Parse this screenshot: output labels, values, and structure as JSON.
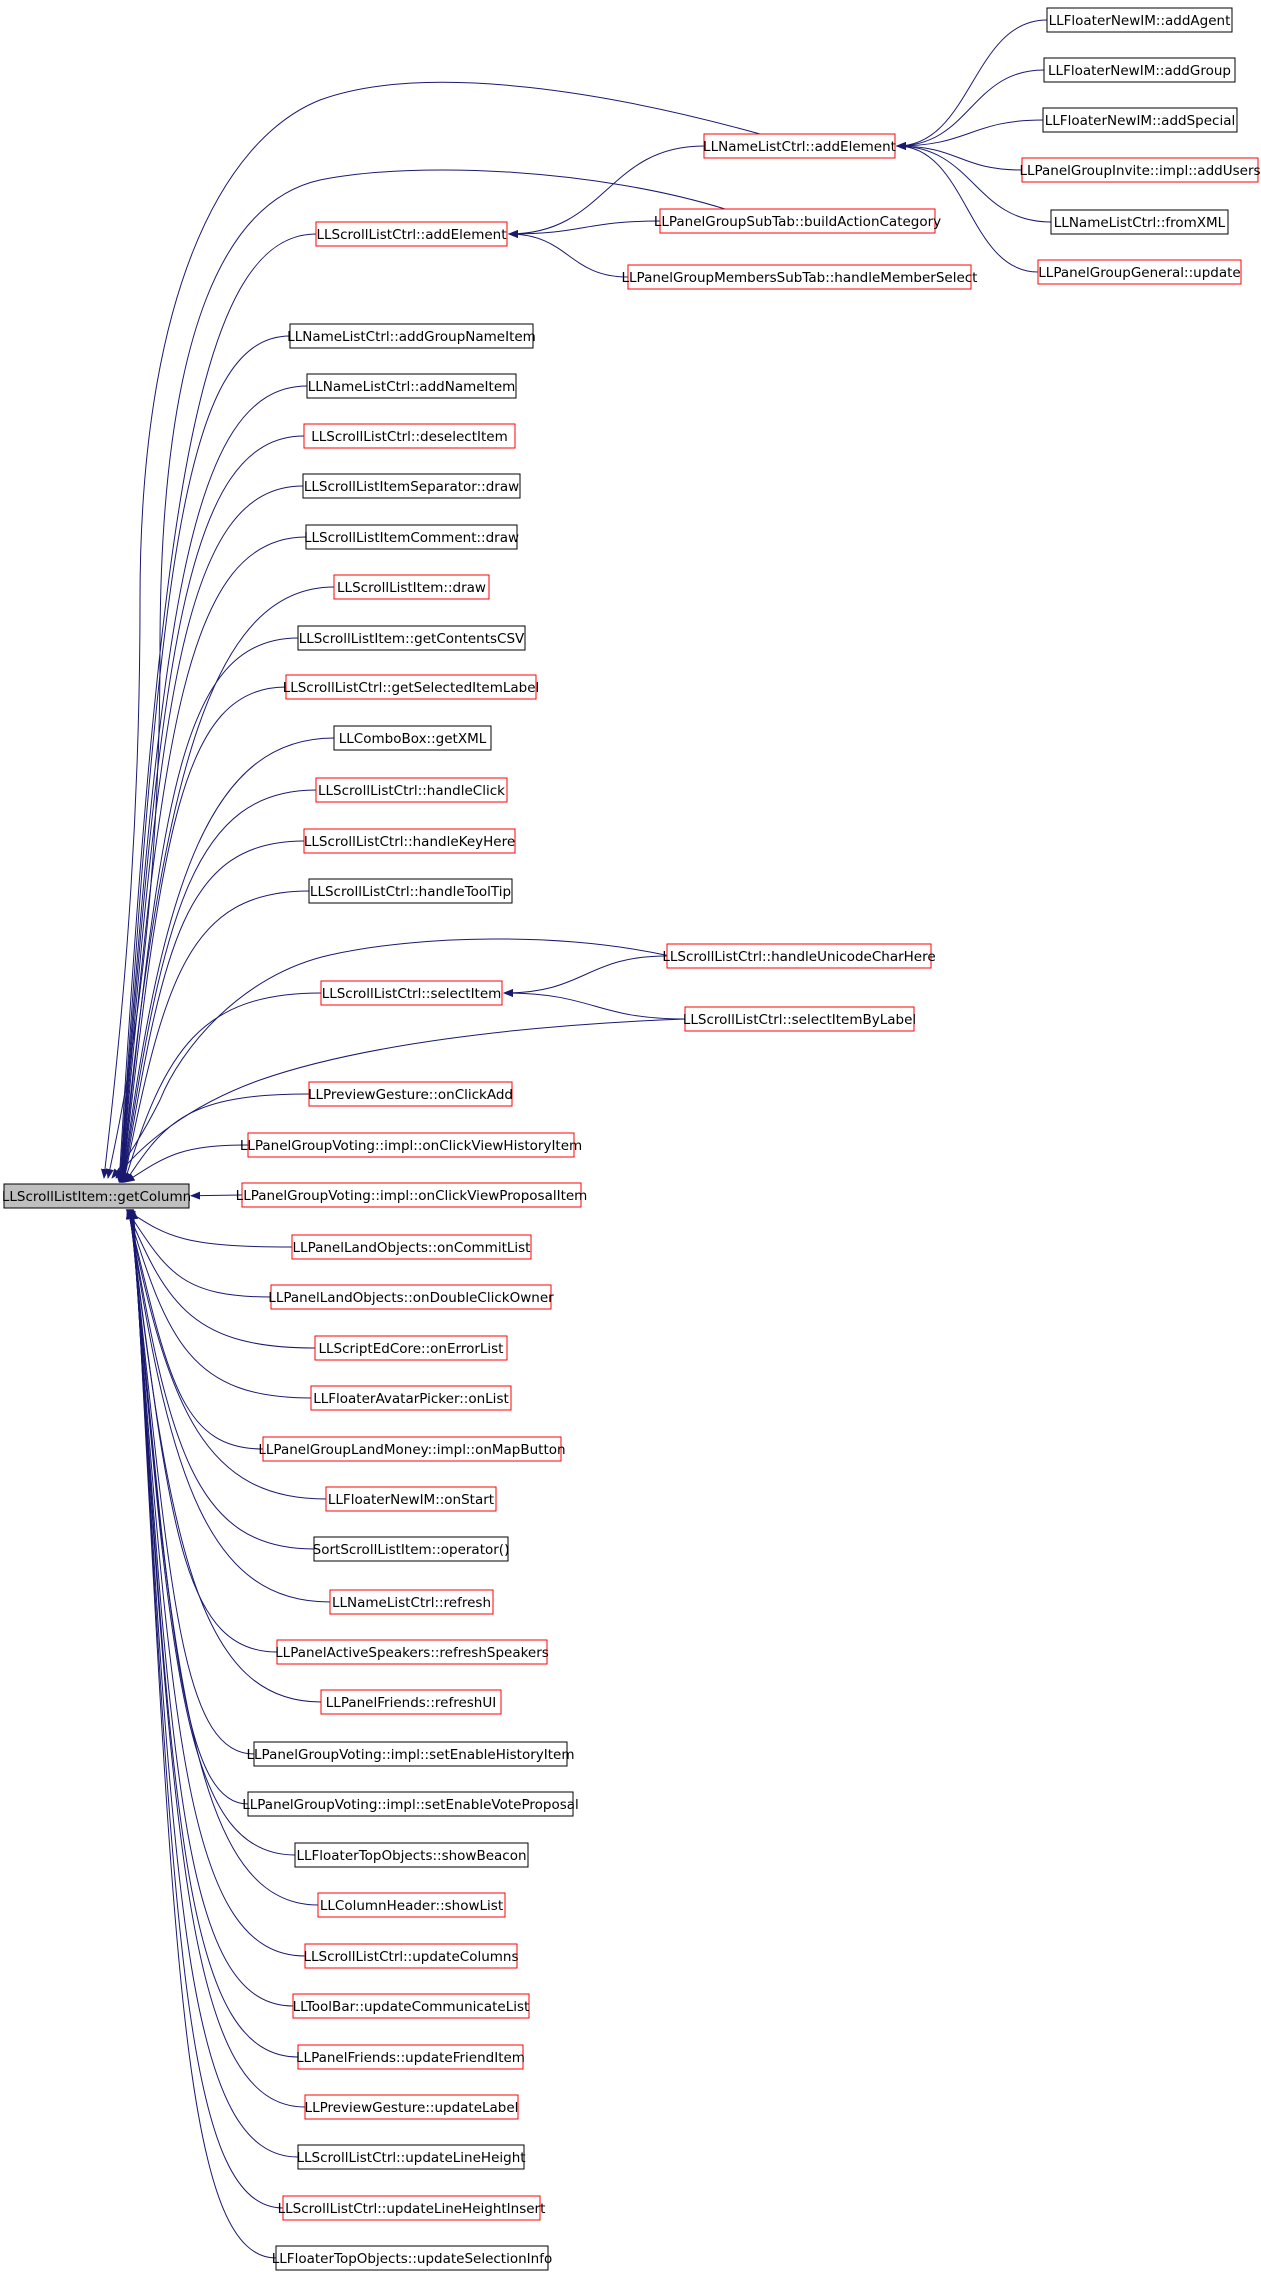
{
  "colors": {
    "edge": "#191970",
    "border_red": "#ff0000",
    "border_black": "#000000",
    "focus_fill": "#bfbfbf"
  },
  "root": {
    "label": "LLScrollListItem::getColumn"
  },
  "nodes": [
    {
      "id": "sc_addElement",
      "label": "LLScrollListCtrl::addElement",
      "border": "red"
    },
    {
      "id": "nl_addElement",
      "label": "LLNameListCtrl::addElement",
      "border": "red"
    },
    {
      "id": "fim_addAgent",
      "label": "LLFloaterNewIM::addAgent",
      "border": "black"
    },
    {
      "id": "fim_addGroup",
      "label": "LLFloaterNewIM::addGroup",
      "border": "black"
    },
    {
      "id": "fim_addSpecial",
      "label": "LLFloaterNewIM::addSpecial",
      "border": "black"
    },
    {
      "id": "pgi_addUsers",
      "label": "LLPanelGroupInvite::impl::addUsers",
      "border": "red"
    },
    {
      "id": "nl_fromXML",
      "label": "LLNameListCtrl::fromXML",
      "border": "black"
    },
    {
      "id": "pgg_update",
      "label": "LLPanelGroupGeneral::update",
      "border": "red"
    },
    {
      "id": "pgst_build",
      "label": "LLPanelGroupSubTab::buildActionCategory",
      "border": "red"
    },
    {
      "id": "pgms_handle",
      "label": "LLPanelGroupMembersSubTab::handleMemberSelect",
      "border": "red"
    },
    {
      "id": "nl_addGroupNameItem",
      "label": "LLNameListCtrl::addGroupNameItem",
      "border": "black"
    },
    {
      "id": "nl_addNameItem",
      "label": "LLNameListCtrl::addNameItem",
      "border": "black"
    },
    {
      "id": "sc_deselectItem",
      "label": "LLScrollListCtrl::deselectItem",
      "border": "red"
    },
    {
      "id": "sep_draw",
      "label": "LLScrollListItemSeparator::draw",
      "border": "black"
    },
    {
      "id": "cmt_draw",
      "label": "LLScrollListItemComment::draw",
      "border": "black"
    },
    {
      "id": "item_draw",
      "label": "LLScrollListItem::draw",
      "border": "red"
    },
    {
      "id": "item_csv",
      "label": "LLScrollListItem::getContentsCSV",
      "border": "black"
    },
    {
      "id": "sc_getSelLabel",
      "label": "LLScrollListCtrl::getSelectedItemLabel",
      "border": "red"
    },
    {
      "id": "cb_getXML",
      "label": "LLComboBox::getXML",
      "border": "black"
    },
    {
      "id": "sc_handleClick",
      "label": "LLScrollListCtrl::handleClick",
      "border": "red"
    },
    {
      "id": "sc_handleKey",
      "label": "LLScrollListCtrl::handleKeyHere",
      "border": "red"
    },
    {
      "id": "sc_handleTip",
      "label": "LLScrollListCtrl::handleToolTip",
      "border": "black"
    },
    {
      "id": "sc_selectItem",
      "label": "LLScrollListCtrl::selectItem",
      "border": "red"
    },
    {
      "id": "sc_handleUnicode",
      "label": "LLScrollListCtrl::handleUnicodeCharHere",
      "border": "red"
    },
    {
      "id": "sc_selectByLabel",
      "label": "LLScrollListCtrl::selectItemByLabel",
      "border": "red"
    },
    {
      "id": "pg_onClickAdd",
      "label": "LLPreviewGesture::onClickAdd",
      "border": "red"
    },
    {
      "id": "pgv_viewHistory",
      "label": "LLPanelGroupVoting::impl::onClickViewHistoryItem",
      "border": "red"
    },
    {
      "id": "pgv_viewProposal",
      "label": "LLPanelGroupVoting::impl::onClickViewProposalItem",
      "border": "red"
    },
    {
      "id": "plo_commit",
      "label": "LLPanelLandObjects::onCommitList",
      "border": "red"
    },
    {
      "id": "plo_dblclick",
      "label": "LLPanelLandObjects::onDoubleClickOwner",
      "border": "red"
    },
    {
      "id": "sec_onError",
      "label": "LLScriptEdCore::onErrorList",
      "border": "red"
    },
    {
      "id": "fap_onList",
      "label": "LLFloaterAvatarPicker::onList",
      "border": "red"
    },
    {
      "id": "pglm_onMap",
      "label": "LLPanelGroupLandMoney::impl::onMapButton",
      "border": "red"
    },
    {
      "id": "fim_onStart",
      "label": "LLFloaterNewIM::onStart",
      "border": "red"
    },
    {
      "id": "sort_op",
      "label": "SortScrollListItem::operator()",
      "border": "black"
    },
    {
      "id": "nl_refresh",
      "label": "LLNameListCtrl::refresh",
      "border": "red"
    },
    {
      "id": "pas_refresh",
      "label": "LLPanelActiveSpeakers::refreshSpeakers",
      "border": "red"
    },
    {
      "id": "pf_refreshUI",
      "label": "LLPanelFriends::refreshUI",
      "border": "red"
    },
    {
      "id": "pgv_enableHistory",
      "label": "LLPanelGroupVoting::impl::setEnableHistoryItem",
      "border": "black"
    },
    {
      "id": "pgv_enableVote",
      "label": "LLPanelGroupVoting::impl::setEnableVoteProposal",
      "border": "black"
    },
    {
      "id": "fto_beacon",
      "label": "LLFloaterTopObjects::showBeacon",
      "border": "black"
    },
    {
      "id": "ch_showList",
      "label": "LLColumnHeader::showList",
      "border": "red"
    },
    {
      "id": "sc_updateColumns",
      "label": "LLScrollListCtrl::updateColumns",
      "border": "red"
    },
    {
      "id": "tb_updateComm",
      "label": "LLToolBar::updateCommunicateList",
      "border": "red"
    },
    {
      "id": "pf_updateFriend",
      "label": "LLPanelFriends::updateFriendItem",
      "border": "red"
    },
    {
      "id": "pg_updateLabel",
      "label": "LLPreviewGesture::updateLabel",
      "border": "red"
    },
    {
      "id": "sc_lineHeight",
      "label": "LLScrollListCtrl::updateLineHeight",
      "border": "black"
    },
    {
      "id": "sc_lineHeightIns",
      "label": "LLScrollListCtrl::updateLineHeightInsert",
      "border": "red"
    },
    {
      "id": "fto_selInfo",
      "label": "LLFloaterTopObjects::updateSelectionInfo",
      "border": "black"
    }
  ],
  "edges": [
    [
      "sc_addElement",
      "root"
    ],
    [
      "nl_addElement",
      "root"
    ],
    [
      "nl_addElement",
      "sc_addElement"
    ],
    [
      "fim_addAgent",
      "nl_addElement"
    ],
    [
      "fim_addGroup",
      "nl_addElement"
    ],
    [
      "fim_addSpecial",
      "nl_addElement"
    ],
    [
      "pgi_addUsers",
      "nl_addElement"
    ],
    [
      "nl_fromXML",
      "nl_addElement"
    ],
    [
      "pgg_update",
      "nl_addElement"
    ],
    [
      "pgst_build",
      "root"
    ],
    [
      "pgst_build",
      "sc_addElement"
    ],
    [
      "pgms_handle",
      "sc_addElement"
    ],
    [
      "nl_addGroupNameItem",
      "root"
    ],
    [
      "nl_addNameItem",
      "root"
    ],
    [
      "sc_deselectItem",
      "root"
    ],
    [
      "sep_draw",
      "root"
    ],
    [
      "cmt_draw",
      "root"
    ],
    [
      "item_draw",
      "root"
    ],
    [
      "item_csv",
      "root"
    ],
    [
      "sc_getSelLabel",
      "root"
    ],
    [
      "cb_getXML",
      "root"
    ],
    [
      "sc_handleClick",
      "root"
    ],
    [
      "sc_handleKey",
      "root"
    ],
    [
      "sc_handleTip",
      "root"
    ],
    [
      "sc_handleUnicode",
      "root"
    ],
    [
      "sc_handleUnicode",
      "sc_selectItem"
    ],
    [
      "sc_selectItem",
      "root"
    ],
    [
      "sc_selectByLabel",
      "root"
    ],
    [
      "sc_selectByLabel",
      "sc_selectItem"
    ],
    [
      "pg_onClickAdd",
      "root"
    ],
    [
      "pgv_viewHistory",
      "root"
    ],
    [
      "pgv_viewProposal",
      "root"
    ],
    [
      "plo_commit",
      "root"
    ],
    [
      "plo_dblclick",
      "root"
    ],
    [
      "sec_onError",
      "root"
    ],
    [
      "fap_onList",
      "root"
    ],
    [
      "pglm_onMap",
      "root"
    ],
    [
      "fim_onStart",
      "root"
    ],
    [
      "sort_op",
      "root"
    ],
    [
      "nl_refresh",
      "root"
    ],
    [
      "pas_refresh",
      "root"
    ],
    [
      "pf_refreshUI",
      "root"
    ],
    [
      "pgv_enableHistory",
      "root"
    ],
    [
      "pgv_enableVote",
      "root"
    ],
    [
      "fto_beacon",
      "root"
    ],
    [
      "ch_showList",
      "root"
    ],
    [
      "sc_updateColumns",
      "root"
    ],
    [
      "tb_updateComm",
      "root"
    ],
    [
      "pf_updateFriend",
      "root"
    ],
    [
      "pg_updateLabel",
      "root"
    ],
    [
      "sc_lineHeight",
      "root"
    ],
    [
      "sc_lineHeightIns",
      "root"
    ],
    [
      "fto_selInfo",
      "root"
    ]
  ]
}
